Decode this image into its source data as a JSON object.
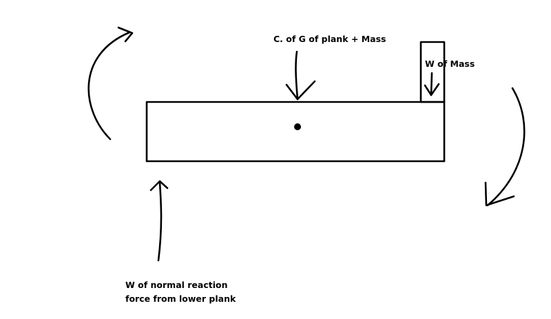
{
  "labels": {
    "cog": "C. of G of plank + Mass",
    "weight_mass": "W of Mass",
    "normal_reaction_line1": "W of normal reaction",
    "normal_reaction_line2": "force from lower plank"
  },
  "colors": {
    "ink": "#000000",
    "background": "#ffffff"
  }
}
